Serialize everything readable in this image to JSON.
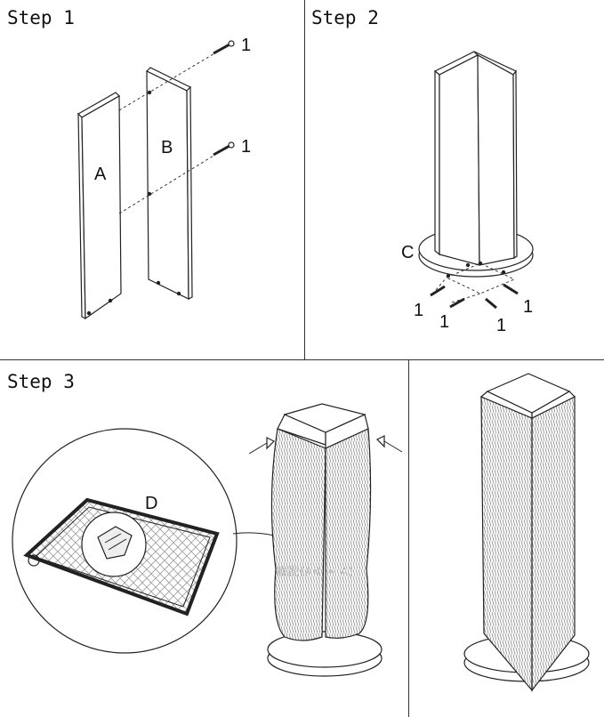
{
  "steps": [
    {
      "title": "Step 1",
      "labels": {
        "panel_a": "A",
        "panel_b": "B",
        "screw_top": "1",
        "screw_mid": "1"
      }
    },
    {
      "title": "Step 2",
      "labels": {
        "base": "C",
        "screw_1": "1",
        "screw_2": "1",
        "screw_3": "1",
        "screw_4": "1"
      }
    },
    {
      "title": "Step 3",
      "labels": {
        "cover": "D"
      }
    }
  ],
  "watermark": "截图(Alt + A)"
}
